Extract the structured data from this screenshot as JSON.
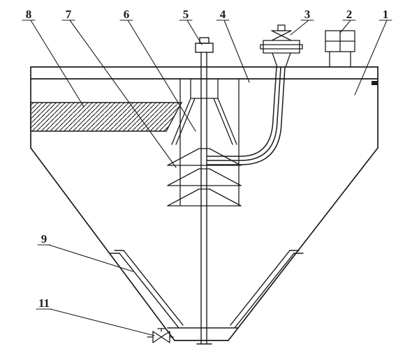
{
  "figure": {
    "colors": {
      "line": "#1b1b1b",
      "background": "#ffffff"
    },
    "callouts": [
      {
        "id": "8",
        "text": "8"
      },
      {
        "id": "7",
        "text": "7"
      },
      {
        "id": "6",
        "text": "6"
      },
      {
        "id": "5",
        "text": "5"
      },
      {
        "id": "4",
        "text": "4"
      },
      {
        "id": "3",
        "text": "3"
      },
      {
        "id": "2",
        "text": "2"
      },
      {
        "id": "1",
        "text": "1"
      },
      {
        "id": "9",
        "text": "9"
      },
      {
        "id": "11",
        "text": "11"
      }
    ]
  }
}
